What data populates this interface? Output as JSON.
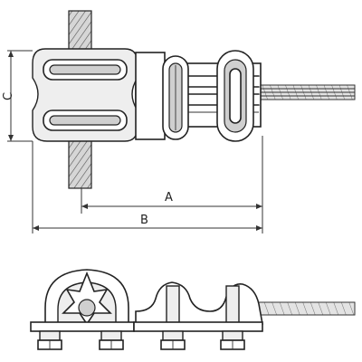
{
  "title": "",
  "dimensions": {
    "a_label": "A",
    "b_label": "B",
    "c_label": "C"
  },
  "colors": {
    "line": "#222222",
    "shade": "#cfcfcf",
    "background": "#ffffff"
  },
  "views": [
    "top-view",
    "side-view"
  ]
}
